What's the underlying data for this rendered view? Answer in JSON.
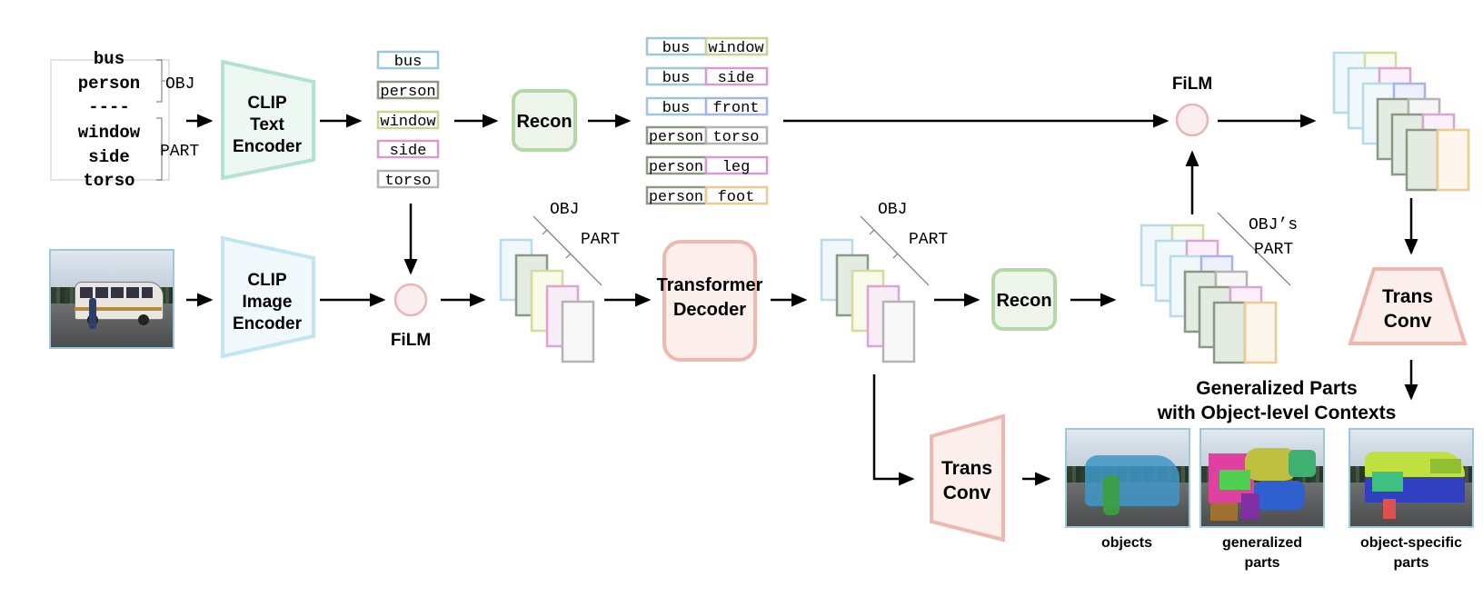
{
  "text_input": {
    "obj_words": [
      "bus",
      "person"
    ],
    "separator": "----",
    "part_words": [
      "window",
      "side",
      "torso"
    ],
    "obj_label": "OBJ",
    "part_label": "PART"
  },
  "blocks": {
    "clip_text": [
      "CLIP",
      "Text",
      "Encoder"
    ],
    "clip_image": [
      "CLIP",
      "Image",
      "Encoder"
    ],
    "recon": "Recon",
    "film": "FiLM",
    "transformer": [
      "Transformer",
      "Decoder"
    ],
    "trans_conv": [
      "Trans",
      "Conv"
    ]
  },
  "token_list": [
    "bus",
    "person",
    "window",
    "side",
    "torso"
  ],
  "pairs": [
    [
      "bus",
      "window"
    ],
    [
      "bus",
      "side"
    ],
    [
      "bus",
      "front"
    ],
    [
      "person",
      "torso"
    ],
    [
      "person",
      "leg"
    ],
    [
      "person",
      "foot"
    ]
  ],
  "stack_labels": {
    "obj": "OBJ",
    "part": "PART",
    "objs_part": [
      "OBJ’s",
      "PART"
    ]
  },
  "generalized_title": [
    "Generalized Parts",
    "with Object-level Contexts"
  ],
  "outputs": {
    "objects": "objects",
    "generalized": [
      "generalized",
      "parts"
    ],
    "specific": [
      "object-specific",
      "parts"
    ]
  },
  "colors": {
    "bus": "#9cc8dc",
    "person": "#8a9a82",
    "window": "#c8d490",
    "side": "#d89ad0",
    "torso": "#b4b4b4",
    "front": "#a4b4f0",
    "leg": "#d89ad0",
    "foot": "#f0c890",
    "clip_text": "#a8dcc8",
    "clip_image": "#b4e0f0",
    "recon": "#9cc890",
    "trans": "#e8a8a0"
  }
}
